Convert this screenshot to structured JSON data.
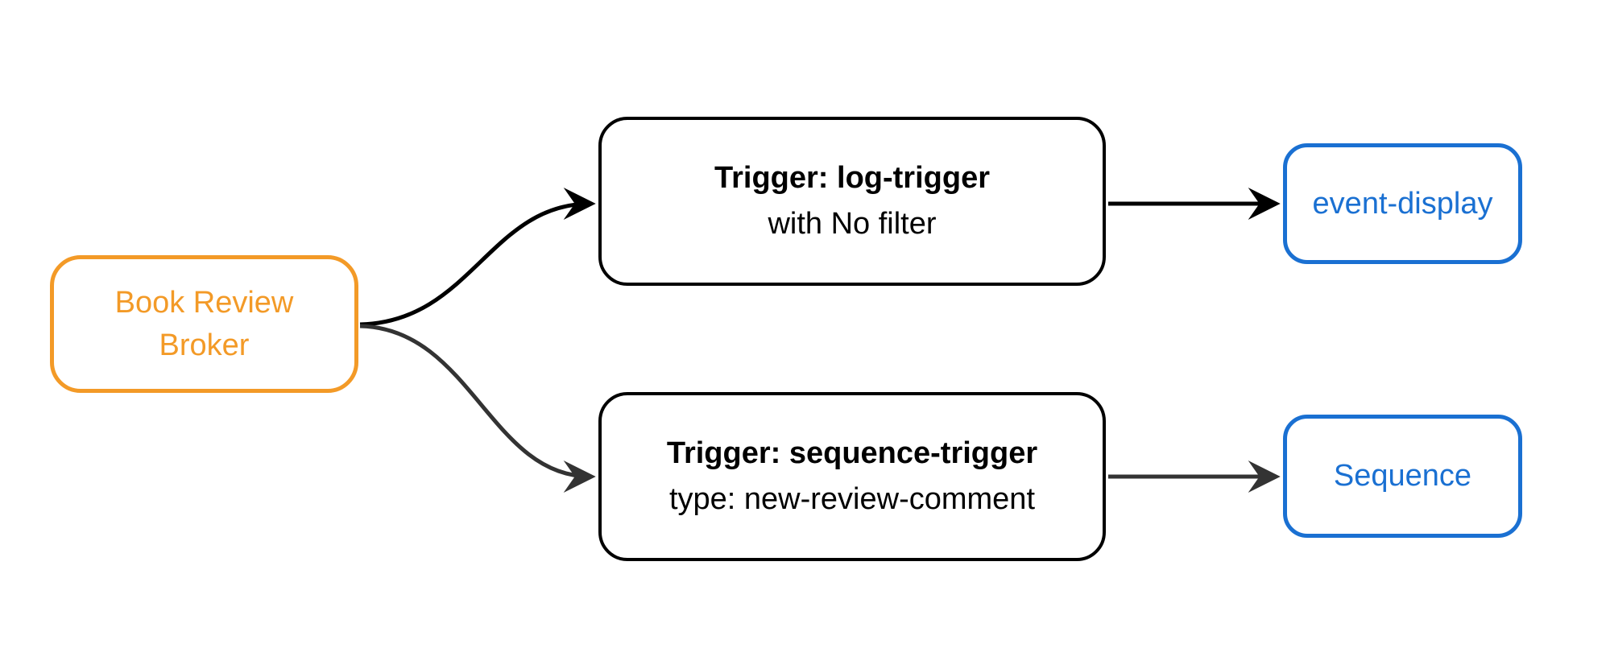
{
  "colors": {
    "background": "#ffffff",
    "broker_orange": "#F39A27",
    "trigger_black": "#000000",
    "sink_blue": "#1A70D2",
    "edge_black": "#000000",
    "edge_gray": "#333333"
  },
  "nodes": {
    "broker": {
      "label": "Book Review Broker",
      "label_lines": [
        "Book Review",
        "Broker"
      ],
      "border_color": "#F39A27",
      "text_color": "#F39A27"
    },
    "log_trigger": {
      "title": "Trigger: log-trigger",
      "subtitle": "with No filter",
      "border_color": "#000000",
      "text_color": "#000000"
    },
    "sequence_trigger": {
      "title": "Trigger: sequence-trigger",
      "subtitle": "type: new-review-comment",
      "border_color": "#000000",
      "text_color": "#000000"
    },
    "event_display": {
      "label": "event-display",
      "border_color": "#1A70D2",
      "text_color": "#1A70D2"
    },
    "sequence": {
      "label": "Sequence",
      "border_color": "#1A70D2",
      "text_color": "#1A70D2"
    }
  },
  "edges": [
    {
      "from": "broker",
      "to": "log_trigger",
      "color": "#000000",
      "style": "curved"
    },
    {
      "from": "broker",
      "to": "sequence_trigger",
      "color": "#333333",
      "style": "curved"
    },
    {
      "from": "log_trigger",
      "to": "event_display",
      "color": "#000000",
      "style": "straight"
    },
    {
      "from": "sequence_trigger",
      "to": "sequence",
      "color": "#333333",
      "style": "straight"
    }
  ]
}
